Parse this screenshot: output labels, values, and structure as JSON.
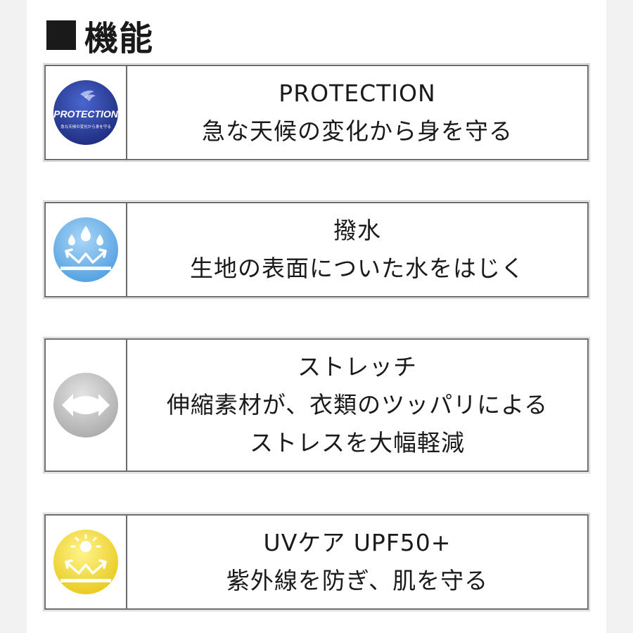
{
  "section": {
    "heading": "機能"
  },
  "features": [
    {
      "icon": "protection-badge-icon",
      "icon_label": "PROTECTION",
      "icon_caption": "急な天候の変化から身を守る",
      "title": "PROTECTION",
      "lines": [
        "急な天候の変化から身を守る"
      ]
    },
    {
      "icon": "water-repellent-icon",
      "title": "撥水",
      "lines": [
        "生地の表面についた水をはじく"
      ]
    },
    {
      "icon": "stretch-icon",
      "title": "ストレッチ",
      "lines": [
        "伸縮素材が、衣類のツッパリによる",
        "ストレスを大幅軽減"
      ]
    },
    {
      "icon": "uv-care-icon",
      "title": "UVケア UPF50+",
      "lines": [
        "紫外線を防ぎ、肌を守る"
      ]
    }
  ],
  "colors": {
    "border": "#6b6b6b",
    "protection_badge": "#2a3f9e",
    "water_icon": "#6fb4e8",
    "stretch_icon": "#c9c9c9",
    "uv_icon": "#f2dc2a"
  }
}
